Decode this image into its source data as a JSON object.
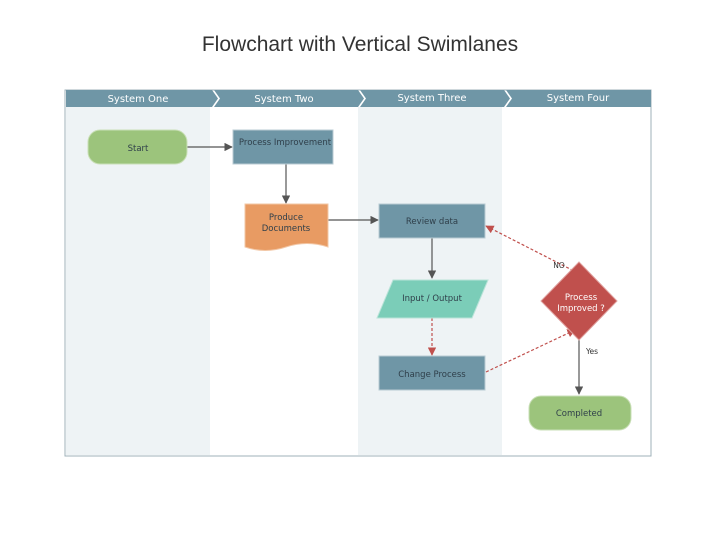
{
  "title": "Flowchart with Vertical Swimlanes",
  "colors": {
    "lane_header": "#6f96a6",
    "lane_bg_shaded": "#eef3f5",
    "lane_bg_plain": "#ffffff",
    "border": "#9fb2ba",
    "start_end": "#9cc47c",
    "process": "#6f96a6",
    "document": "#e89b63",
    "io": "#7bcdb8",
    "decision": "#c0504d",
    "connector": "#555555",
    "connector_dashed": "#c0504d"
  },
  "lanes": [
    {
      "label": "System One"
    },
    {
      "label": "System Two"
    },
    {
      "label": "System Three"
    },
    {
      "label": "System Four"
    }
  ],
  "nodes": {
    "start": {
      "label": "Start",
      "shape": "terminator"
    },
    "process_improvement": {
      "label": "Process Improvement",
      "shape": "process"
    },
    "produce_documents": {
      "line1": "Produce",
      "line2": "Documents",
      "shape": "document"
    },
    "review_data": {
      "label": "Review data",
      "shape": "process"
    },
    "input_output": {
      "label": "Input / Output",
      "shape": "data"
    },
    "process_improved": {
      "line1": "Process",
      "line2": "Improved ?",
      "shape": "decision"
    },
    "change_process": {
      "label": "Change Process",
      "shape": "process"
    },
    "completed": {
      "label": "Completed",
      "shape": "terminator"
    }
  },
  "edge_labels": {
    "no": "NO",
    "yes": "Yes"
  }
}
